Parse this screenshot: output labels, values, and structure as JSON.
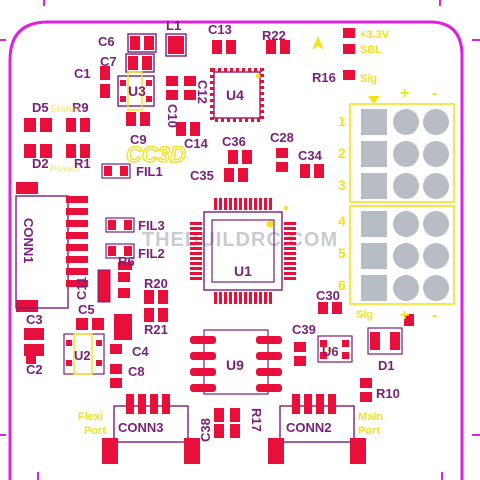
{
  "colors": {
    "pad": "#e8103a",
    "silk": "#7a1f7a",
    "outline": "#e020e0",
    "yellow": "#f5e21c",
    "header_bg": "#b8bcc4",
    "pin": "#8e929c",
    "watermark": "#c8cbd2"
  },
  "watermark": "THEBUILDRC.COM",
  "labels": {
    "c6": "C6",
    "l1": "L1",
    "c13": "C13",
    "r22": "R22",
    "c7": "C7",
    "c1": "C1",
    "u3": "U3",
    "c12": "C12",
    "u4": "U4",
    "r16": "R16",
    "c10": "C10",
    "d5": "D5",
    "r9": "R9",
    "c9": "C9",
    "c14": "C14",
    "c36": "C36",
    "c28": "C28",
    "c34": "C34",
    "d2": "D2",
    "r1": "R1",
    "fil1": "FIL1",
    "c35": "C35",
    "conn1": "CONN1",
    "fil3": "FIL3",
    "fil2": "FIL2",
    "r6": "R6",
    "u1": "U1",
    "c11": "C11",
    "r20": "R20",
    "c30": "C30",
    "c3": "C3",
    "c5": "C5",
    "r21": "R21",
    "c39": "C39",
    "c4": "C4",
    "u6": "U6",
    "c2": "C2",
    "u2": "U2",
    "c8": "C8",
    "u9": "U9",
    "d1": "D1",
    "r10": "R10",
    "c38": "C38",
    "r17": "R17",
    "conn3": "CONN3",
    "conn2": "CONN2"
  },
  "yellow_labels": {
    "v33": "+3.3V",
    "sbl": "SBL",
    "sig_top": "Sig",
    "sig_bottom": "Sig",
    "plus": "+",
    "minus": "-",
    "flexi1": "Flexi",
    "flexi2": "Port",
    "main1": "Main",
    "main2": "Port",
    "ccsd": "CC3D",
    "status": "Status",
    "power": "Power"
  },
  "header_rows": [
    "1",
    "2",
    "3",
    "4",
    "5",
    "6"
  ]
}
